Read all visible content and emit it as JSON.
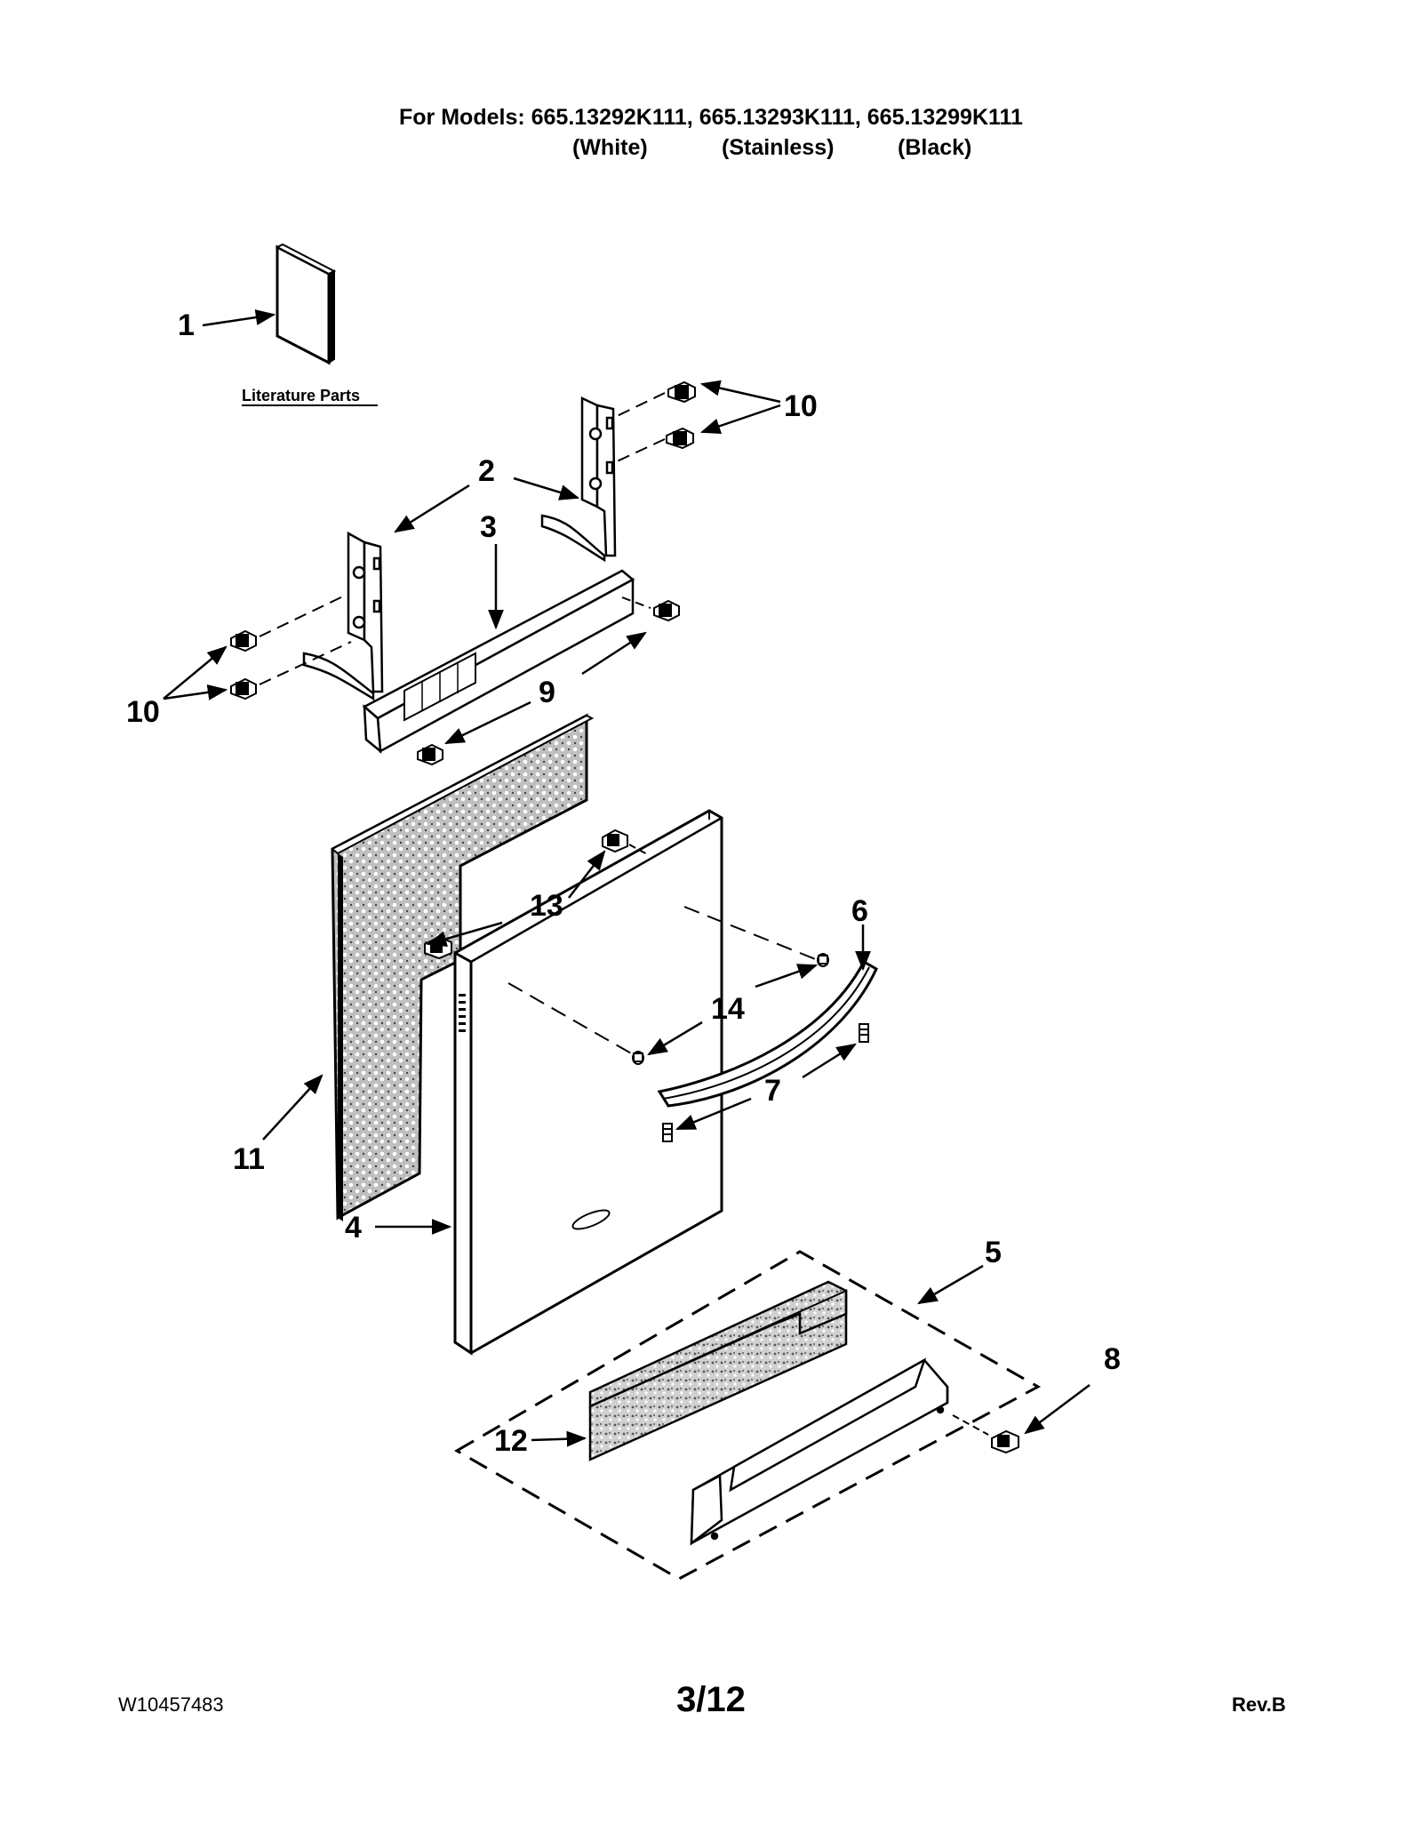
{
  "header": {
    "title": "For Models: 665.13292K111, 665.13293K111, 665.13299K111",
    "variants": [
      "(White)",
      "(Stainless)",
      "(Black)"
    ]
  },
  "literature_label": "Literature Parts",
  "callouts": {
    "c1": "1",
    "c2": "2",
    "c3": "3",
    "c4": "4",
    "c5": "5",
    "c6": "6",
    "c7": "7",
    "c8": "8",
    "c9": "9",
    "c10a": "10",
    "c10b": "10",
    "c11": "11",
    "c12": "12",
    "c13": "13",
    "c14": "14"
  },
  "footer": {
    "doc_number": "W10457483",
    "page": "3/12",
    "revision": "Rev.B"
  },
  "colors": {
    "ink": "#000000",
    "paper": "#ffffff",
    "panel_fill": "#d9d9d9"
  }
}
